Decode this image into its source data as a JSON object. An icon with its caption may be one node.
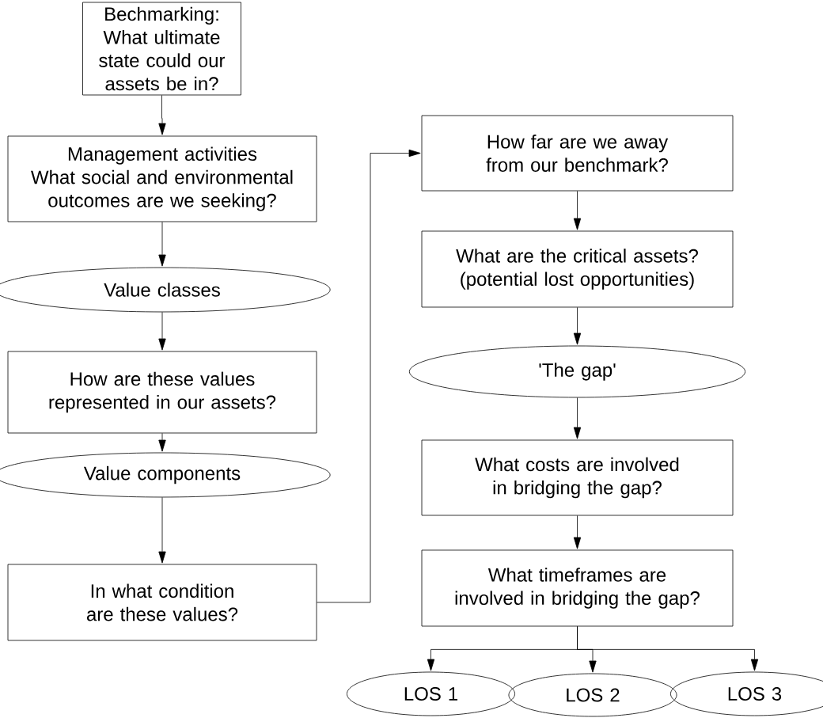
{
  "diagram": {
    "nodes": [
      {
        "text": [
          "Bechmarking:",
          "What ultimate state could our assets be in?"
        ]
      },
      {
        "text": [
          "Management activities",
          "What social and environmental outcomes are we seeking?"
        ]
      },
      {
        "text": [
          "Value classes"
        ]
      },
      {
        "text": [
          "How are these values represented in our assets?"
        ]
      },
      {
        "text": [
          "Value components"
        ]
      },
      {
        "text": [
          "In what condition are these values?"
        ]
      },
      {
        "text": [
          "How far are we away from our benchmark?"
        ]
      },
      {
        "text": [
          "What are the critical assets?",
          "(potential lost opportunities)"
        ]
      },
      {
        "text": [
          "'The gap'"
        ]
      },
      {
        "text": [
          "What costs are involved in bridging the gap?"
        ]
      },
      {
        "text": [
          "What timeframes are involved in bridging the gap?"
        ]
      },
      {
        "text": [
          "LOS 1"
        ]
      },
      {
        "text": [
          "LOS 2"
        ]
      },
      {
        "text": [
          "LOS 3"
        ]
      }
    ],
    "edges": [
      {
        "from": 0,
        "to": 1,
        "arrow": "to"
      },
      {
        "from": 1,
        "to": 2,
        "arrow": "to"
      },
      {
        "from": 2,
        "to": 3,
        "arrow": "to"
      },
      {
        "from": 3,
        "to": 4,
        "arrow": "to"
      },
      {
        "from": 4,
        "to": 5,
        "arrow": "to"
      },
      {
        "from": 5,
        "to": 6,
        "arrow": "to"
      },
      {
        "from": 6,
        "to": 7,
        "arrow": "to"
      },
      {
        "from": 7,
        "to": 8,
        "arrow": "to"
      },
      {
        "from": 8,
        "to": 9,
        "arrow": "to"
      },
      {
        "from": 9,
        "to": 10,
        "arrow": "to"
      },
      {
        "from": 10,
        "to": 11,
        "arrow": "to"
      },
      {
        "from": 10,
        "to": 12,
        "arrow": "to"
      },
      {
        "from": 10,
        "to": 13,
        "arrow": "to"
      }
    ]
  }
}
